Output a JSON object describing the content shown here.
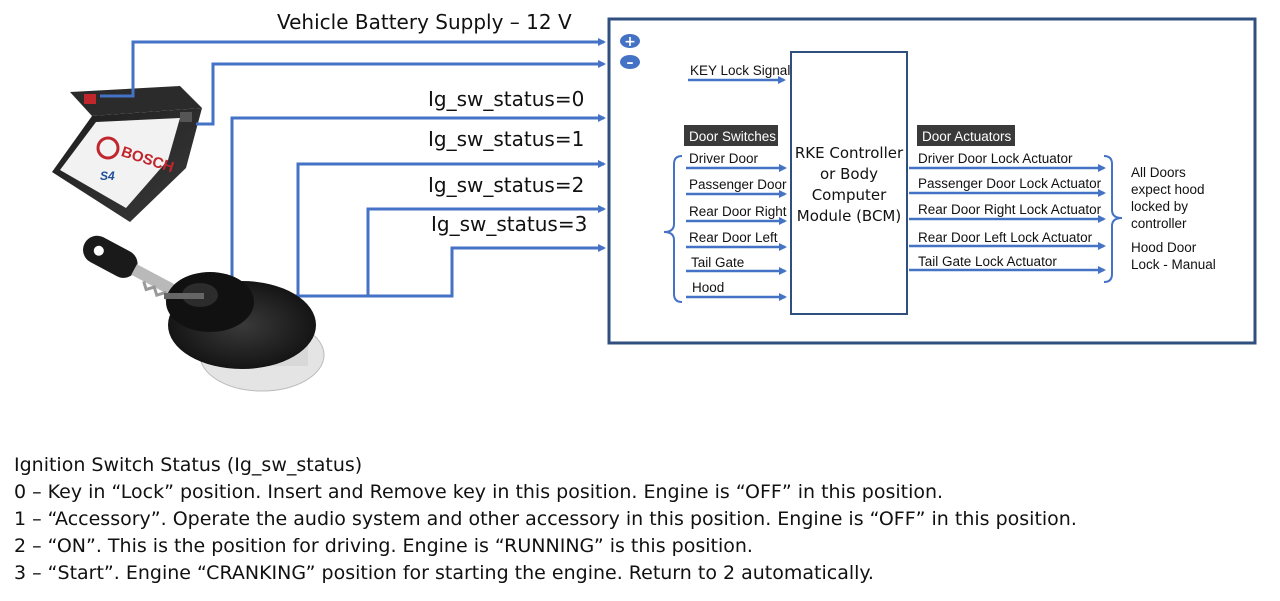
{
  "supply_label": "Vehicle Battery Supply – 12 V",
  "plus_symbol": "+",
  "minus_symbol": "–",
  "ig_status": [
    "Ig_sw_status=0",
    "Ig_sw_status=1",
    "Ig_sw_status=2",
    "Ig_sw_status=3"
  ],
  "battery": {
    "brand": "BOSCH",
    "model": "S4"
  },
  "key_lock_signal": "KEY Lock Signal",
  "door_switches": {
    "header": "Door Switches",
    "items": [
      "Driver Door",
      "Passenger Door",
      "Rear Door Right",
      "Rear Door Left",
      "Tail Gate",
      "Hood"
    ]
  },
  "bcm": {
    "lines": [
      "RKE Controller",
      "or Body",
      "Computer",
      "Module (BCM)"
    ]
  },
  "door_actuators": {
    "header": "Door Actuators",
    "items": [
      "Driver Door Lock Actuator",
      "Passenger Door Lock Actuator",
      "Rear Door Right Lock Actuator",
      "Rear Door Left Lock Actuator",
      "Tail Gate Lock Actuator"
    ]
  },
  "notes": {
    "all_doors": [
      "All Doors",
      "expect hood",
      "locked by",
      "controller"
    ],
    "hood": [
      "Hood Door",
      "Lock - Manual"
    ]
  },
  "legend": {
    "title": "Ignition Switch Status (Ig_sw_status)",
    "lines": [
      "0 – Key in “Lock” position. Insert and Remove key in this position. Engine is “OFF” in this position.",
      "1 – “Accessory”. Operate the audio system and other accessory in this position. Engine is “OFF” in this position.",
      "2 – “ON”. This is the position for driving. Engine is “RUNNING” is this position.",
      "3 – “Start”. Engine “CRANKING” position for starting the engine. Return to 2 automatically."
    ]
  },
  "colors": {
    "wire": "#4472c4",
    "frame": "#2f4f7f",
    "header_bg": "#3a3a3a",
    "battery_red": "#c0262c"
  }
}
